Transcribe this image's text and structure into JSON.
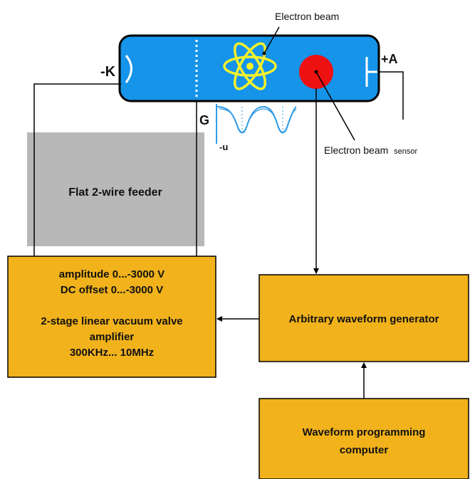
{
  "colors": {
    "tube": "#1594ea",
    "tube_outline": "#000000",
    "atom": "#f6f12b",
    "sensor": "#ee1111",
    "feeder": "#b8b8b8",
    "box": "#f1b21b",
    "waveform": "#2f9be6",
    "line": "#000000"
  },
  "labels": {
    "electron_beam": "Electron beam",
    "cathode": "-K",
    "anode": "+A",
    "grid": "G",
    "waveform_axis": "-u",
    "sensor_main": "Electron beam",
    "sensor_suffix": "sensor",
    "feeder": "Flat 2-wire feeder"
  },
  "amplifier": {
    "lines": [
      "amplitude 0...-3000 V",
      "DC offset 0...-3000 V",
      "",
      "2-stage linear vacuum valve",
      "amplifier",
      "300KHz... 10MHz"
    ]
  },
  "generator": {
    "label": "Arbitrary waveform generator"
  },
  "computer": {
    "lines": [
      "Waveform programming",
      "computer"
    ]
  },
  "icons": [
    "atom-icon",
    "arrow-icon"
  ]
}
